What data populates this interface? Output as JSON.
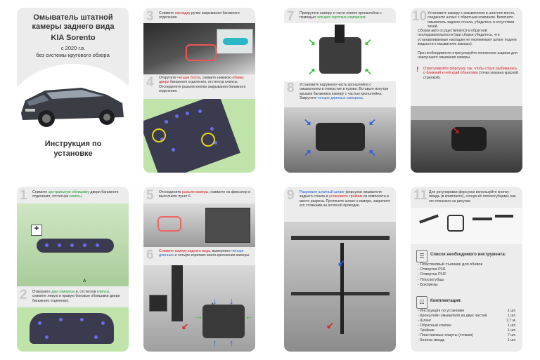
{
  "cover": {
    "title": "Омыватель штатной камеры заднего вида",
    "brand": "KIA Sorento",
    "year": "с 2020 г.в.",
    "note": "без системы кругового обзора",
    "subtitle": "Инструкция по установке"
  },
  "steps": [
    {
      "n": "1",
      "text_pre": "Снимите ",
      "hl": "центральную облицовку",
      "text_mid": " двери багажного отделения, отстегнув ",
      "hl2": "клипсы",
      "text_post": "."
    },
    {
      "n": "2",
      "text_pre": "Отверните ",
      "hl": "два самореза",
      "text_mid": " и, отстегнув ",
      "hl2": "клипсы",
      "text_post": ", снимите левую и правую боковые облицовки двери багажного отделения."
    },
    {
      "n": "3",
      "text_pre": "Снимите ",
      "hl": "накладку",
      "text_mid": " ручки закрывания багажного отделения.",
      "hl2": "",
      "text_post": ""
    },
    {
      "n": "4",
      "text_pre": "Открутите ",
      "hl": "четыре болта",
      "text_mid": ", снимите нижнюю ",
      "hl2": "обивку двери",
      "text_post": " багажного отделения, отстегнув клипсы. Отсоедините разъем кнопки закрывания багажного отделения."
    },
    {
      "n": "5",
      "text_pre": "Отсоедините ",
      "hl": "разъем камеры",
      "text_mid": ", нажмите на фиксатор и выполните пункт 6.",
      "hl2": "",
      "text_post": ""
    },
    {
      "n": "6",
      "text_pre": "",
      "hl": "Снимите камеру заднего вида",
      "text_mid": ", выверните ",
      "hl2": "четыре длинных",
      "text_post": " и четыре коротких винта крепления камеры."
    },
    {
      "n": "7",
      "text_pre": "Прикрутите камеру к части нового кронштейна с помощью ",
      "hl": "четырех коротких саморезов",
      "text_mid": ".",
      "hl2": "",
      "text_post": ""
    },
    {
      "n": "8",
      "text_pre": "Установите наружную часть кронштейна с омывателем в отверстие в кузове. Вставьте изнутри крышки багажника камеру с частью кронштейна. Закрутите ",
      "hl": "четыре длинных самореза",
      "text_mid": ".",
      "hl2": "",
      "text_post": ""
    },
    {
      "n": "9",
      "text_pre": "",
      "hl": "Разрежьте штатный шланг",
      "text_mid": " форсунки омывателя заднего стекла и ",
      "hl2": "установите тройник",
      "text_post": " из комплекта в место разреза. Протяните шланг к камере, закрепите его стяжками на штатной проводке."
    },
    {
      "n": "10",
      "text_pre": "Установите камеру с омывателем в штатное место, соедините шланг с обратным клапаном. Включите омыватель заднего стекла, убедитесь в отсутствии течей.",
      "hl": "",
      "text_mid": "",
      "hl2": "",
      "text_post": ""
    },
    {
      "n": "11",
      "text_pre": "Для регулировки форсунки используйте кнопку - гвоздь (в комплекте), согнув её плоскогубцами, как это показано на рисунке.",
      "hl": "",
      "text_mid": "",
      "hl2": "",
      "text_post": ""
    }
  ],
  "step10_extra": {
    "p1": "Сборка авто осуществляется в обратной последовательности (при сборке убедитесь, что устанавливаемые накладки не пережимают шланг подачи жидкости к омывателю камеры).",
    "p2": "При необходимости отрегулируйте положение шарика для наилучшего омывания камеры.",
    "warn": "Отрегулируйте форсунку так, чтобы струя разбивалась о ближний к ней край объектива",
    "warn_note": "(точка указана красной стрелкой)."
  },
  "tools": {
    "title": "Список необходимого инструмента:",
    "items": [
      "- Пластиковый съемник для обивок",
      "- Отвертка PH1",
      "- Отвертка PH2",
      "- Плоскогубцы",
      "- Бокорезы"
    ]
  },
  "kit": {
    "title": "Комплектация:",
    "items": [
      {
        "name": "- Инструкция по установке",
        "qty": "1 шт."
      },
      {
        "name": "- Кронштейн омывателя из двух частей",
        "qty": "1 шт."
      },
      {
        "name": "- Шланг",
        "qty": "1,7 м."
      },
      {
        "name": "- Обратный клапан",
        "qty": "1 шт."
      },
      {
        "name": "- Тройник",
        "qty": "1 шт."
      },
      {
        "name": "- Пластиковые хомуты (стяжки)",
        "qty": "7 шт."
      },
      {
        "name": "- Кнопка-гвоздь",
        "qty": "1 шт."
      }
    ]
  },
  "labels": {
    "a": "A"
  },
  "colors": {
    "accent_green": "#1a9a2e",
    "accent_red": "#d32020",
    "accent_blue": "#1f5fd0",
    "card_bg": "#ececec"
  }
}
